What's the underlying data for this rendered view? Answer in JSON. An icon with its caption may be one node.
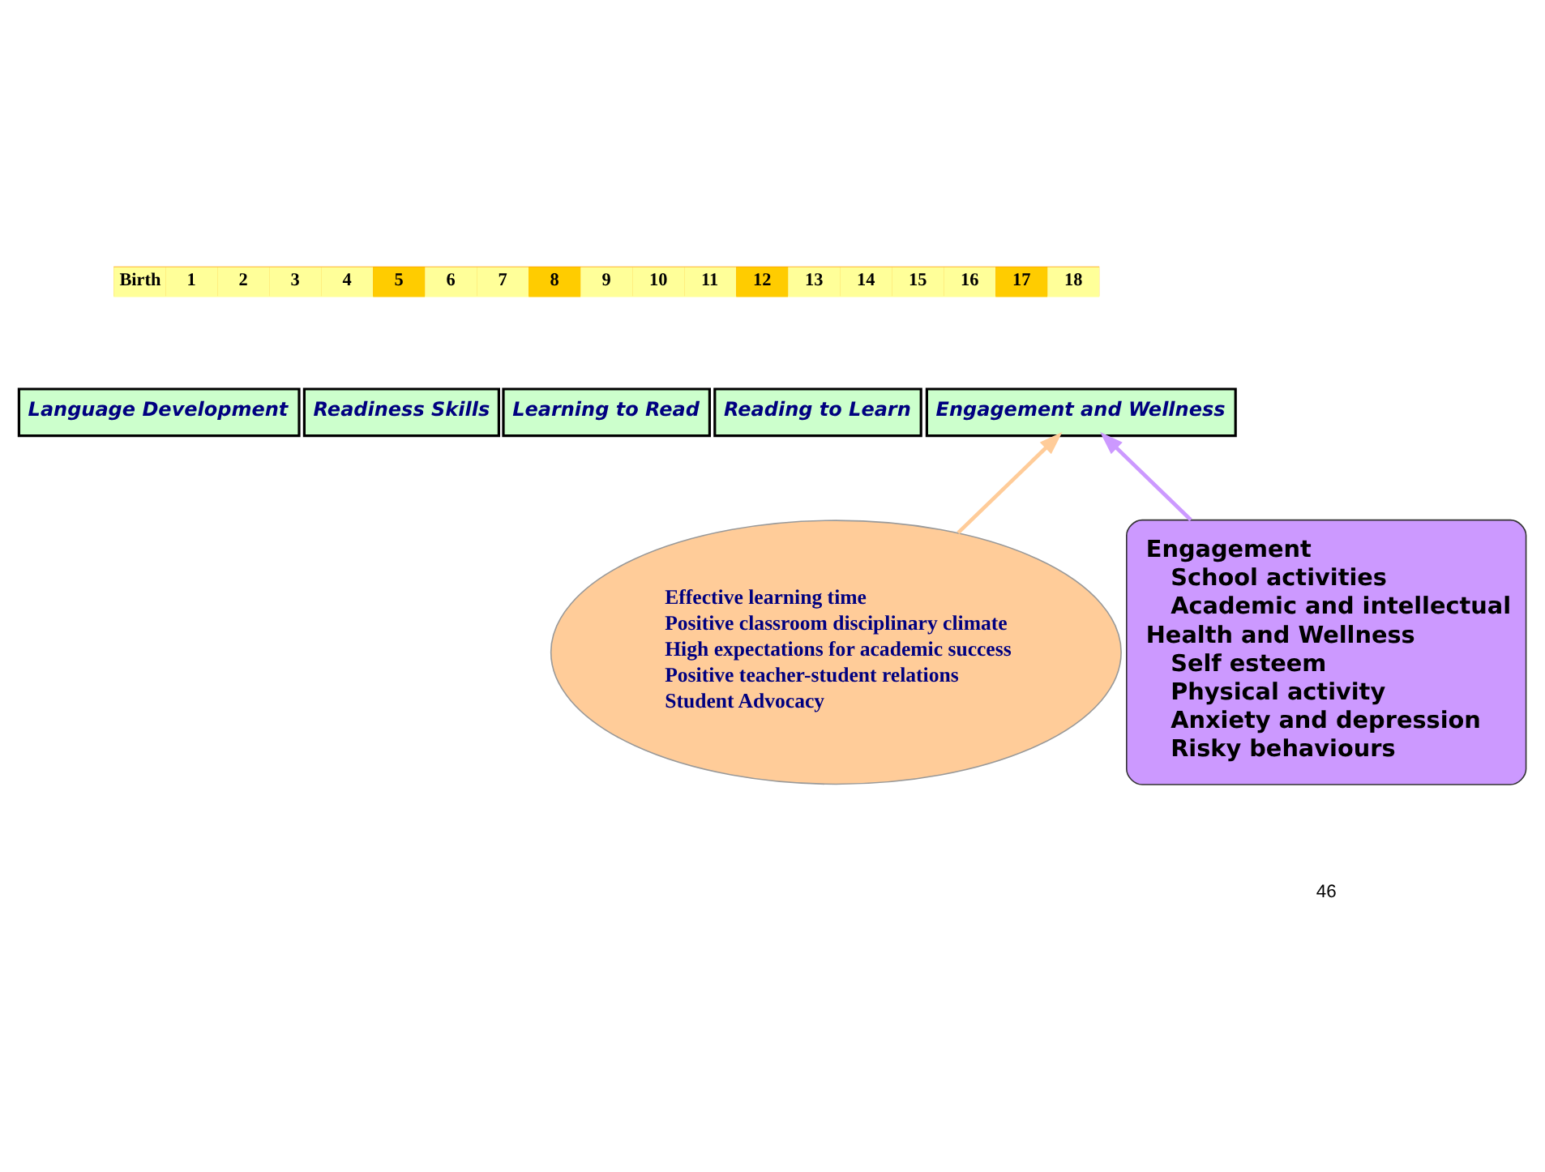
{
  "diagram": {
    "nodes": [
      {
        "text": [
          "Language Development"
        ]
      },
      {
        "text": [
          "Readiness Skills"
        ]
      },
      {
        "text": [
          "Learning to Read"
        ]
      },
      {
        "text": [
          "Reading to Learn"
        ]
      },
      {
        "text": [
          "Engagement and Wellness"
        ]
      },
      {
        "text": [
          "Effective learning time",
          "Positive classroom disciplinary climate",
          "High expectations for academic success",
          "Positive teacher-student relations",
          "Student Advocacy"
        ]
      },
      {
        "text": [
          "Engagement",
          "School activities",
          "Academic and intellectual",
          "Health and Wellness",
          "Self esteem",
          "Physical activity",
          "Anxiety and depression",
          "Risky behaviours"
        ]
      }
    ],
    "edges": [
      {
        "from": 5,
        "to": 4,
        "arrow": "to",
        "color": "#ffcc99"
      },
      {
        "from": 6,
        "to": 4,
        "arrow": "to",
        "color": "#cc99ff"
      }
    ],
    "labels": [
      "Birth",
      "1",
      "2",
      "3",
      "4",
      "5",
      "6",
      "7",
      "8",
      "9",
      "10",
      "11",
      "12",
      "13",
      "14",
      "15",
      "16",
      "17",
      "18",
      "46"
    ]
  }
}
